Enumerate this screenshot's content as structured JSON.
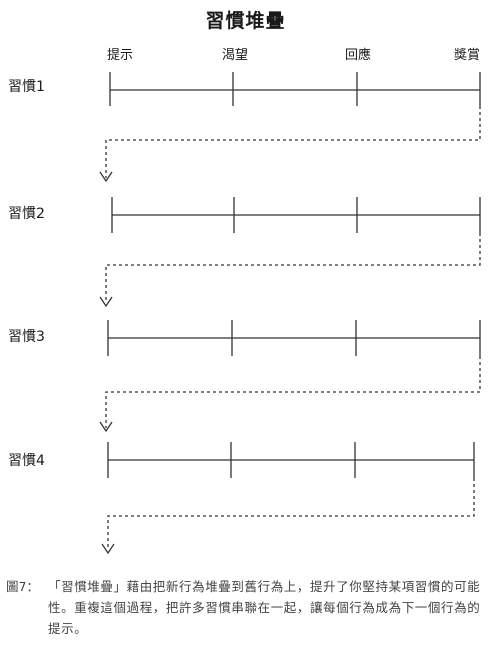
{
  "title": "習慣堆疊",
  "stages": [
    "提示",
    "渴望",
    "回應",
    "獎賞"
  ],
  "rows": [
    "習慣1",
    "習慣2",
    "習慣3",
    "習慣4"
  ],
  "caption": {
    "number": "圖7：",
    "text": "「習慣堆疊」藉由把新行為堆疊到舊行為上，提升了你堅持某項習慣的可能性。重複這個過程，把許多習慣串聯在一起，讓每個行為成為下一個行為的提示。"
  },
  "colors": {
    "line": "#333333",
    "text": "#1a1a1a",
    "caption": "#444444"
  }
}
